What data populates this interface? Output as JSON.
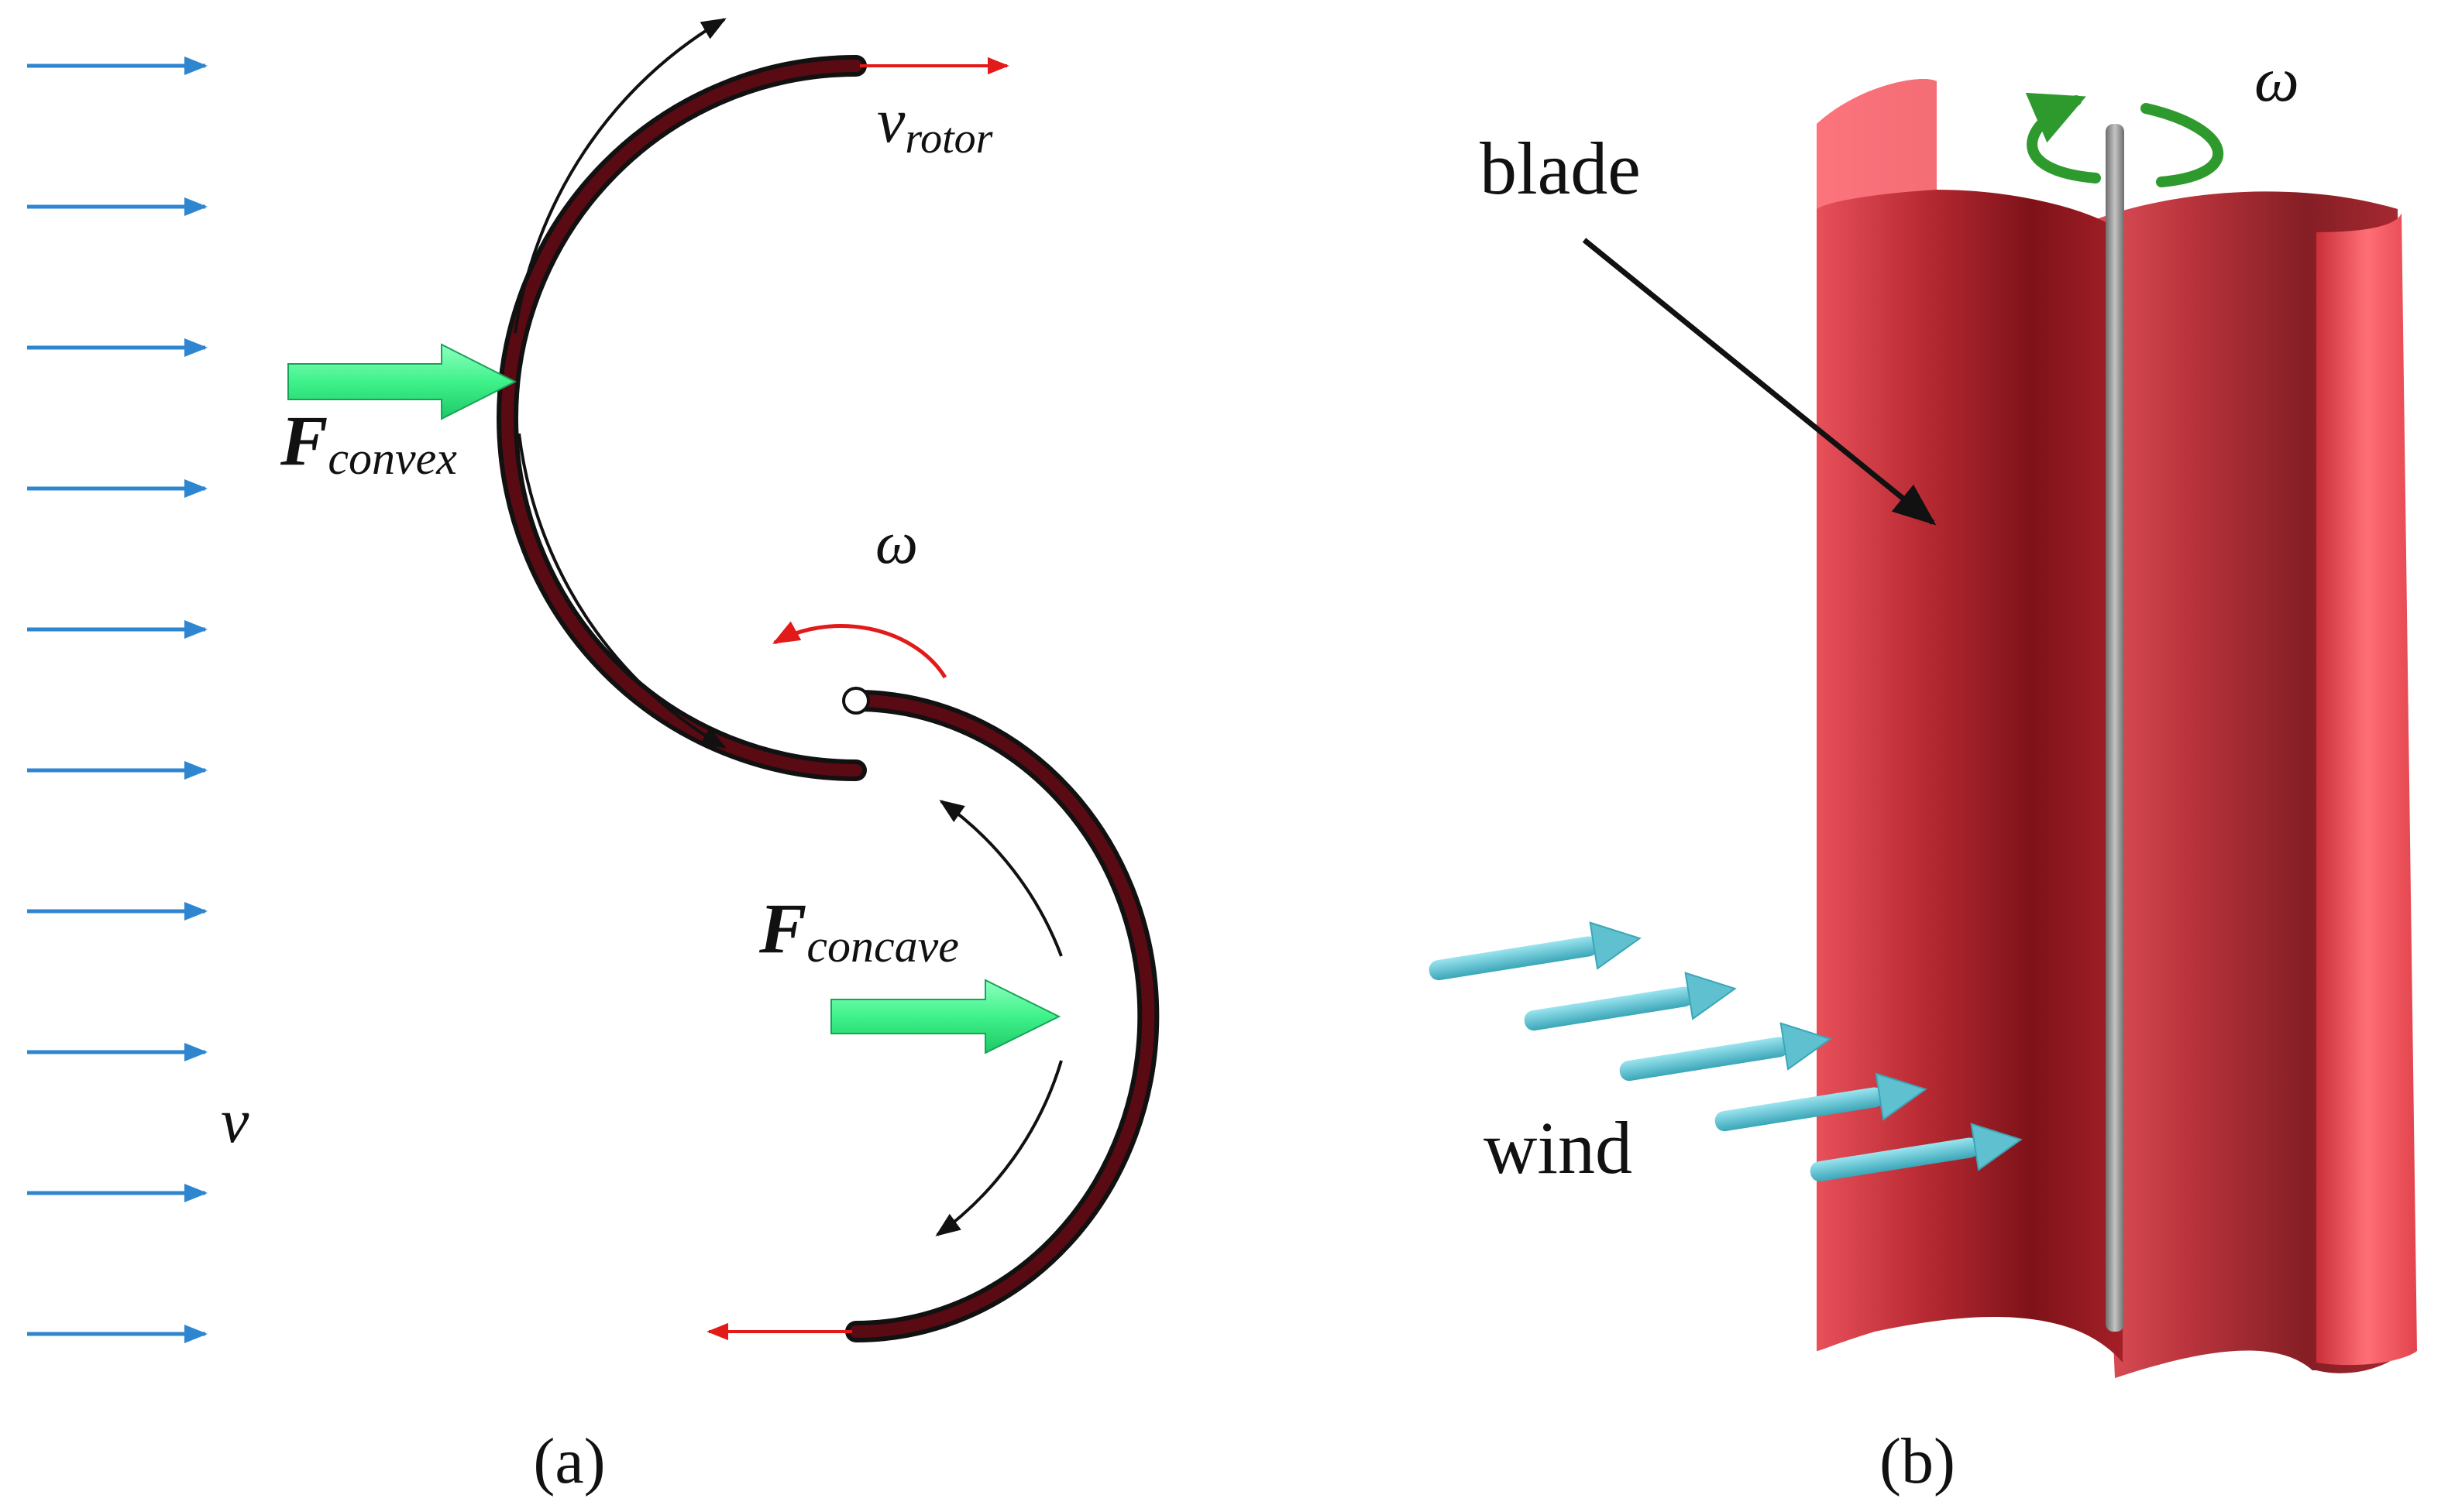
{
  "panel_a": {
    "caption": "(a)",
    "labels": {
      "v_rotor_main": "v",
      "v_rotor_sub": "rotor",
      "f_convex_main": "F",
      "f_convex_sub": "convex",
      "f_concave_main": "F",
      "f_concave_sub": "concave",
      "omega": "ω",
      "v": "v"
    },
    "wind_arrow_count": 10
  },
  "panel_b": {
    "caption": "(b)",
    "labels": {
      "blade": "blade",
      "wind": "wind",
      "omega": "ω"
    },
    "wind_arrow_count": 5
  },
  "colors": {
    "wind_arrows": "#2f86d0",
    "blade_fill": "#5a0a12",
    "velocity_arrows": "#e21a1a",
    "force_arrows": "#3ef28a",
    "blade_3d": "#c8343a",
    "shaft": "#8a8a8a",
    "rotation_3d": "#2e9a2e",
    "wind_3d": "#5fc0d0"
  }
}
